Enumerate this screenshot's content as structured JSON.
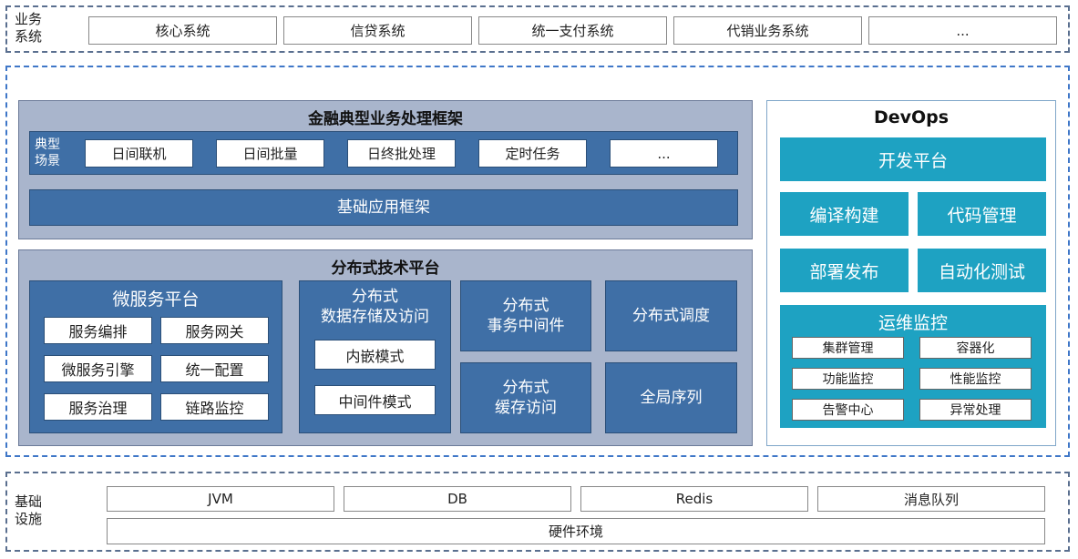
{
  "business": {
    "label": "业务\n系统",
    "items": [
      "核心系统",
      "信贷系统",
      "统一支付系统",
      "代销业务系统",
      "..."
    ]
  },
  "framework": {
    "title": "金融典型业务处理框架",
    "scene_label": "典型\n场景",
    "scenes": [
      "日间联机",
      "日间批量",
      "日终批处理",
      "定时任务",
      "..."
    ],
    "base": "基础应用框架"
  },
  "distributed": {
    "title": "分布式技术平台",
    "microservice": {
      "title": "微服务平台",
      "items": [
        "服务编排",
        "服务网关",
        "微服务引擎",
        "统一配置",
        "服务治理",
        "链路监控"
      ]
    },
    "storage": {
      "title": "分布式\n数据存储及访问",
      "items": [
        "内嵌模式",
        "中间件模式"
      ]
    },
    "transaction": "分布式\n事务中间件",
    "cache": "分布式\n缓存访问",
    "scheduler": "分布式调度",
    "sequence": "全局序列"
  },
  "devops": {
    "title": "DevOps",
    "dev_platform": "开发平台",
    "build": "编译构建",
    "code": "代码管理",
    "deploy": "部署发布",
    "autotest": "自动化测试",
    "ops": {
      "title": "运维监控",
      "items": [
        "集群管理",
        "容器化",
        "功能监控",
        "性能监控",
        "告警中心",
        "异常处理"
      ]
    }
  },
  "infra": {
    "label": "基础\n设施",
    "items": [
      "JVM",
      "DB",
      "Redis",
      "消息队列"
    ],
    "hardware": "硬件环境"
  }
}
